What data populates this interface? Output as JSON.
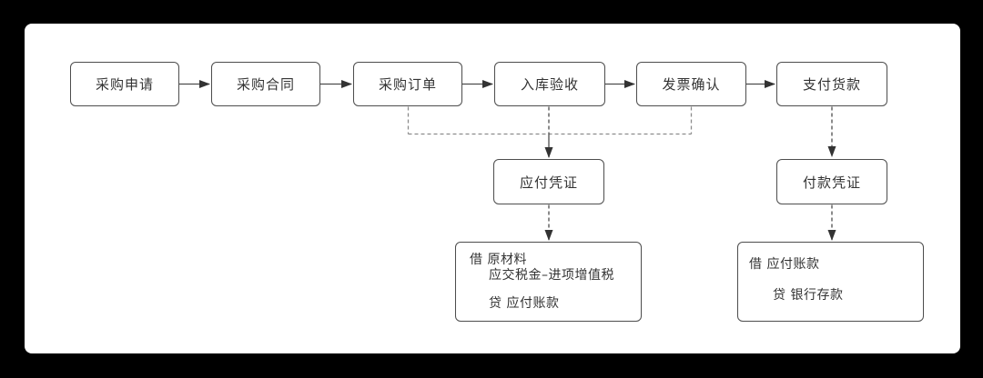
{
  "colors": {
    "background": "#000000",
    "canvas": "#ffffff",
    "node_border": "#4d4d4d",
    "text": "#333333",
    "connector": "#4d4d4d",
    "dashed_connector_light": "#8c8c8c",
    "arrowhead": "#333333"
  },
  "flow_nodes": [
    {
      "label": "采购申请"
    },
    {
      "label": "采购合同"
    },
    {
      "label": "采购订单"
    },
    {
      "label": "入库验收"
    },
    {
      "label": "发票确认"
    },
    {
      "label": "支付货款"
    }
  ],
  "voucher_nodes": [
    {
      "label": "应付凭证"
    },
    {
      "label": "付款凭证"
    }
  ],
  "journal_entries": [
    {
      "line1": "借 原材料",
      "line2": "应交税金–进项增值税",
      "line3": "贷 应付账款"
    },
    {
      "line1": "借 应付账款",
      "line2": "贷 银行存款"
    }
  ]
}
